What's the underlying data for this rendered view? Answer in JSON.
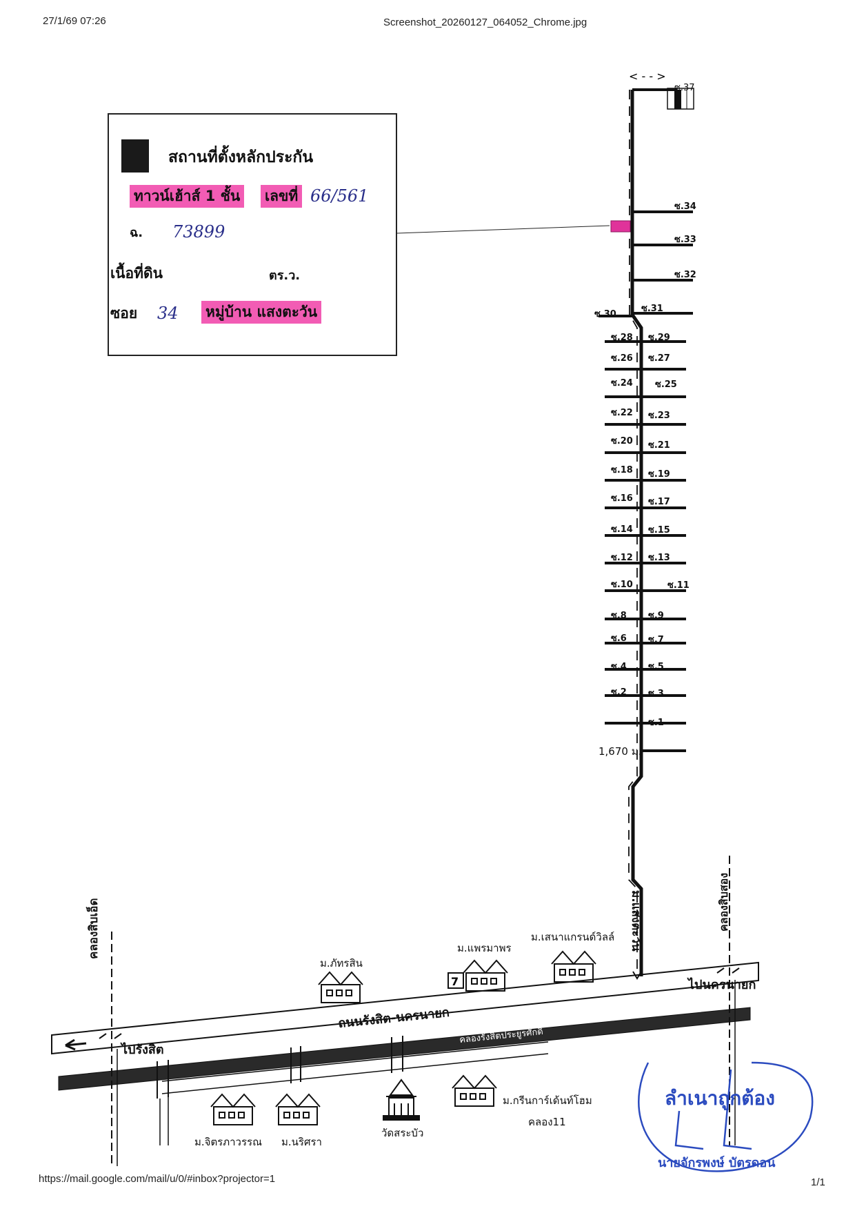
{
  "header": {
    "datetime": "27/1/69 07:26",
    "filename": "Screenshot_20260127_064052_Chrome.jpg"
  },
  "footer": {
    "url": "https://mail.google.com/mail/u/0/#inbox?projector=1",
    "page": "1/1"
  },
  "legend": {
    "title": "สถานที่ตั้งหลักประกัน",
    "property_type": "ทาวน์เฮ้าส์ 1 ชั้น",
    "house_no_label": "เลขที่",
    "house_no": "66/561",
    "deed_label": "ฉ.",
    "deed_no": "73899",
    "land_label": "เนื้อที่ดิน",
    "area_unit_label": "ตร.ว.",
    "soi_label": "ซอย",
    "soi_no": "34",
    "village": "หมู่บ้าน แสงตะวัน"
  },
  "map": {
    "soi_labels_left": [
      "ซ.30",
      "ซ.28",
      "ซ.26",
      "ซ.24",
      "ซ.22",
      "ซ.20",
      "ซ.18",
      "ซ.16",
      "ซ.14",
      "ซ.12",
      "ซ.10",
      "ซ.8",
      "ซ.6",
      "ซ.4",
      "ซ.2"
    ],
    "soi_labels_right": [
      "ซ.37",
      "ซ.34",
      "ซ.33",
      "ซ.32",
      "ซ.31",
      "ซ.29",
      "ซ.27",
      "ซ.25",
      "ซ.23",
      "ซ.21",
      "ซ.19",
      "ซ.17",
      "ซ.15",
      "ซ.13",
      "ซ.11",
      "ซ.9",
      "ซ.7",
      "ซ.5",
      "ซ.3",
      "ซ.1"
    ],
    "distance": "1,670 ม.",
    "village_road": "ม.แสงตะวัน",
    "main_road": "ถนนรังสิต-นครนายก",
    "canal_road": "คลองรังสิตประยูรศักดิ์",
    "dir_left": "ไปรังสิต",
    "dir_right": "ไปนครนายก",
    "canal_left": "คลองสิบเอ็ด",
    "canal_right": "คลองสิบสอง",
    "places": {
      "phatsin": "ม.ภัทรสิน",
      "phraemaphon": "ม.แพรมาพร",
      "senagrandville": "ม.เสนาแกรนด์วิลล์",
      "jiraphaworn": "ม.จิตรภาวรรณ",
      "nisira": "ม.นริศรา",
      "watsrabua": "วัดสระบัว",
      "greengarden": "ม.กรีนการ์เด้นท์โฮม",
      "khlong11": "คลอง11"
    }
  },
  "stamp": {
    "line1": "ลำเนาถูกต้อง",
    "line2": "นายจักรพงษ์ บัตรดอน"
  },
  "colors": {
    "highlight": "#f25cb4",
    "ink_blue": "#2a2f8a",
    "stamp_blue": "#2b4bbf"
  }
}
